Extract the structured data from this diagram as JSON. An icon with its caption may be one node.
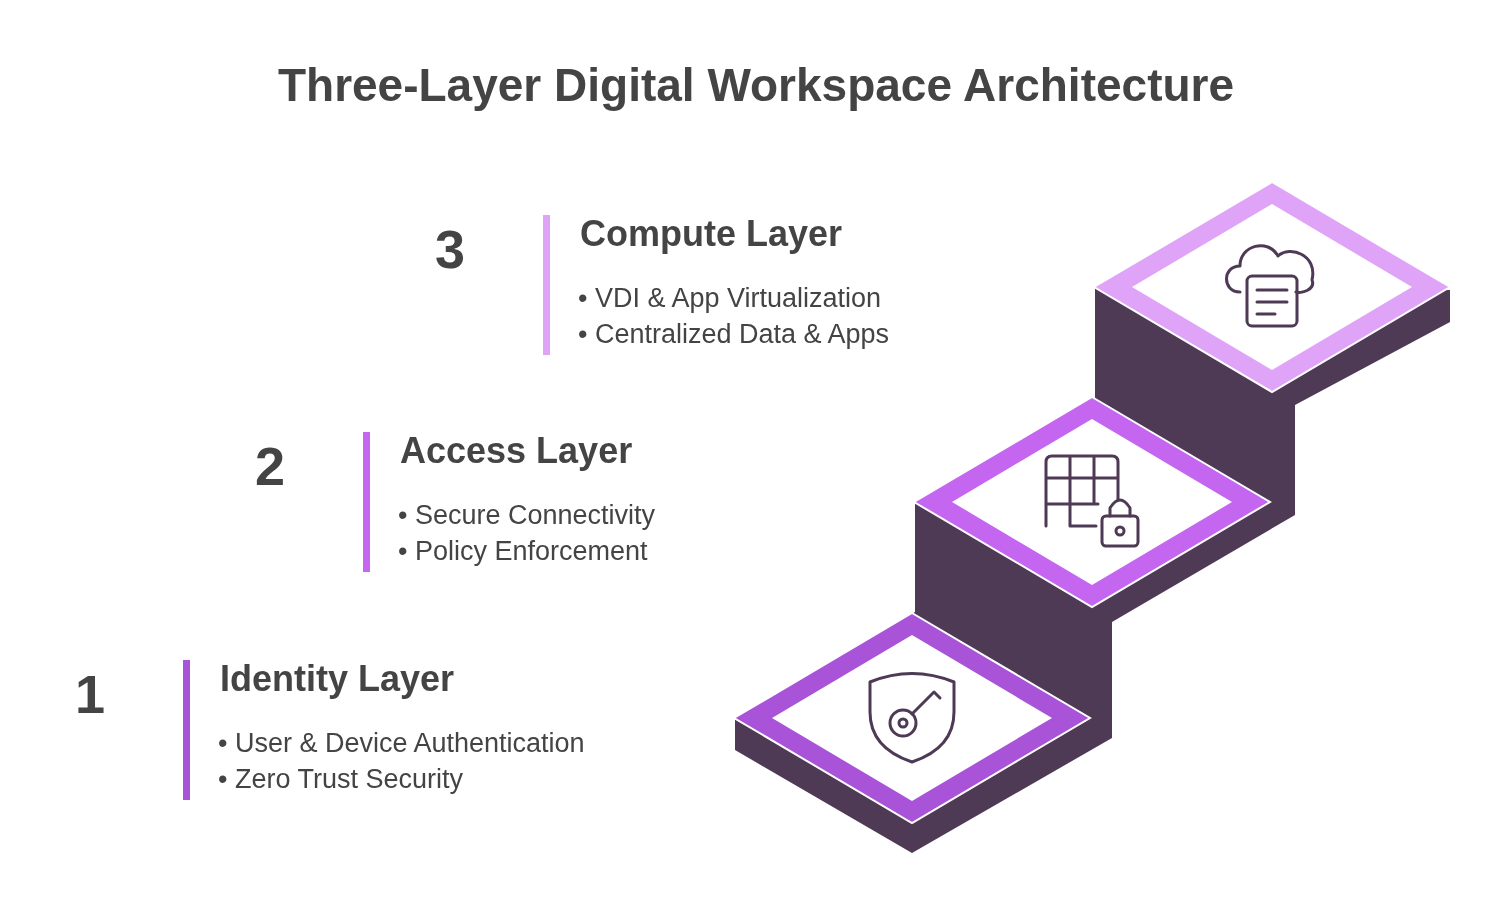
{
  "diagram": {
    "title": "Three-Layer Digital Workspace Architecture",
    "labels": [
      "3",
      "Compute Layer",
      "• VDI & App Virtualization",
      "• Centralized Data & Apps",
      "2",
      "Access Layer",
      "• Secure Connectivity",
      "• Policy Enforcement",
      "1",
      "Identity Layer",
      "• User & Device Authentication",
      "• Zero Trust Security"
    ]
  }
}
